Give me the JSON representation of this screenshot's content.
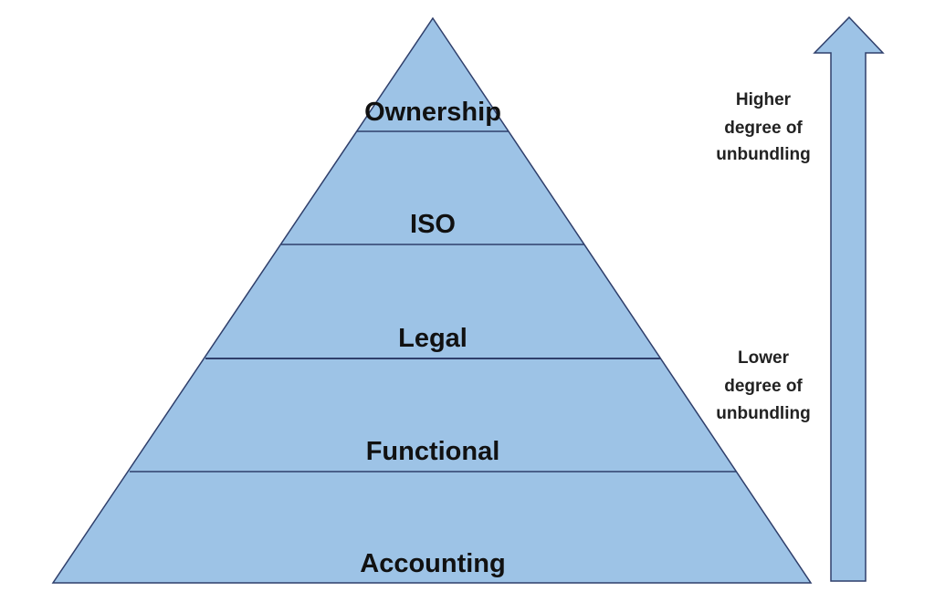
{
  "levels": [
    {
      "label": "Ownership"
    },
    {
      "label": "ISO"
    },
    {
      "label": "Legal"
    },
    {
      "label": "Functional"
    },
    {
      "label": "Accounting"
    }
  ],
  "arrow": {
    "top_label": [
      "Higher",
      "degree of",
      "unbundling"
    ],
    "bottom_label": [
      "Lower",
      "degree of",
      "unbundling"
    ]
  },
  "colors": {
    "fill": "#9dc3e6",
    "stroke": "#2f3f6b",
    "text": "#111111"
  }
}
